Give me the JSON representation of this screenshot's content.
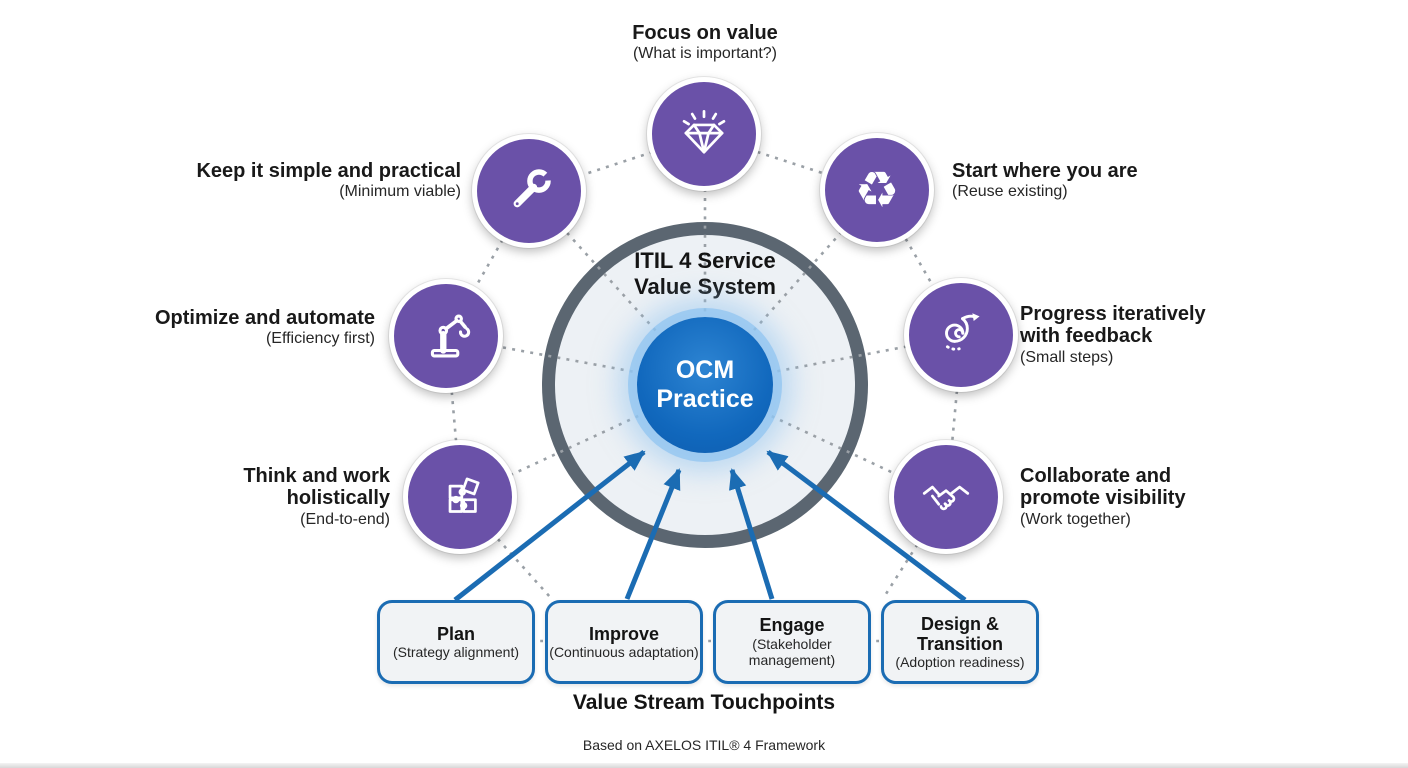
{
  "center": {
    "system_title": "ITIL 4 Service Value System",
    "core_label": "OCM Practice"
  },
  "principles": [
    {
      "id": "focus-on-value",
      "title": "Focus on value",
      "subtitle": "(What is important?)",
      "icon": "gem-icon"
    },
    {
      "id": "keep-it-simple",
      "title": "Keep it simple and practical",
      "subtitle": "(Minimum viable)",
      "icon": "wrench-icon"
    },
    {
      "id": "optimize-and-automate",
      "title": "Optimize and automate",
      "subtitle": "(Efficiency first)",
      "icon": "robot-arm-icon"
    },
    {
      "id": "think-holistically",
      "title": "Think and work holistically",
      "subtitle": "(End-to-end)",
      "icon": "puzzle-icon"
    },
    {
      "id": "start-where-you-are",
      "title": "Start where you are",
      "subtitle": "(Reuse existing)",
      "icon": "recycle-icon"
    },
    {
      "id": "progress-iteratively",
      "title": "Progress iteratively with feedback",
      "subtitle": "(Small steps)",
      "icon": "spiral-arrow-icon"
    },
    {
      "id": "collaborate",
      "title": "Collaborate and promote visibility",
      "subtitle": "(Work together)",
      "icon": "handshake-icon"
    }
  ],
  "touchpoints": {
    "heading": "Value Stream Touchpoints",
    "items": [
      {
        "title": "Plan",
        "subtitle": "(Strategy alignment)"
      },
      {
        "title": "Improve",
        "subtitle": "(Continuous adaptation)"
      },
      {
        "title": "Engage",
        "subtitle": "(Stakeholder management)"
      },
      {
        "title": "Design & Transition",
        "subtitle": "(Adoption readiness)"
      }
    ]
  },
  "footer": {
    "attribution": "Based on AXELOS ITIL® 4 Framework"
  },
  "icons": {
    "recycle_glyph": "♻"
  },
  "colors": {
    "principle_purple": "#6A51A8",
    "core_blue": "#1168BD",
    "ring_gray": "#5B6671",
    "arrow_blue": "#1B6CB3",
    "dotted_gray": "#9AA0A6"
  }
}
